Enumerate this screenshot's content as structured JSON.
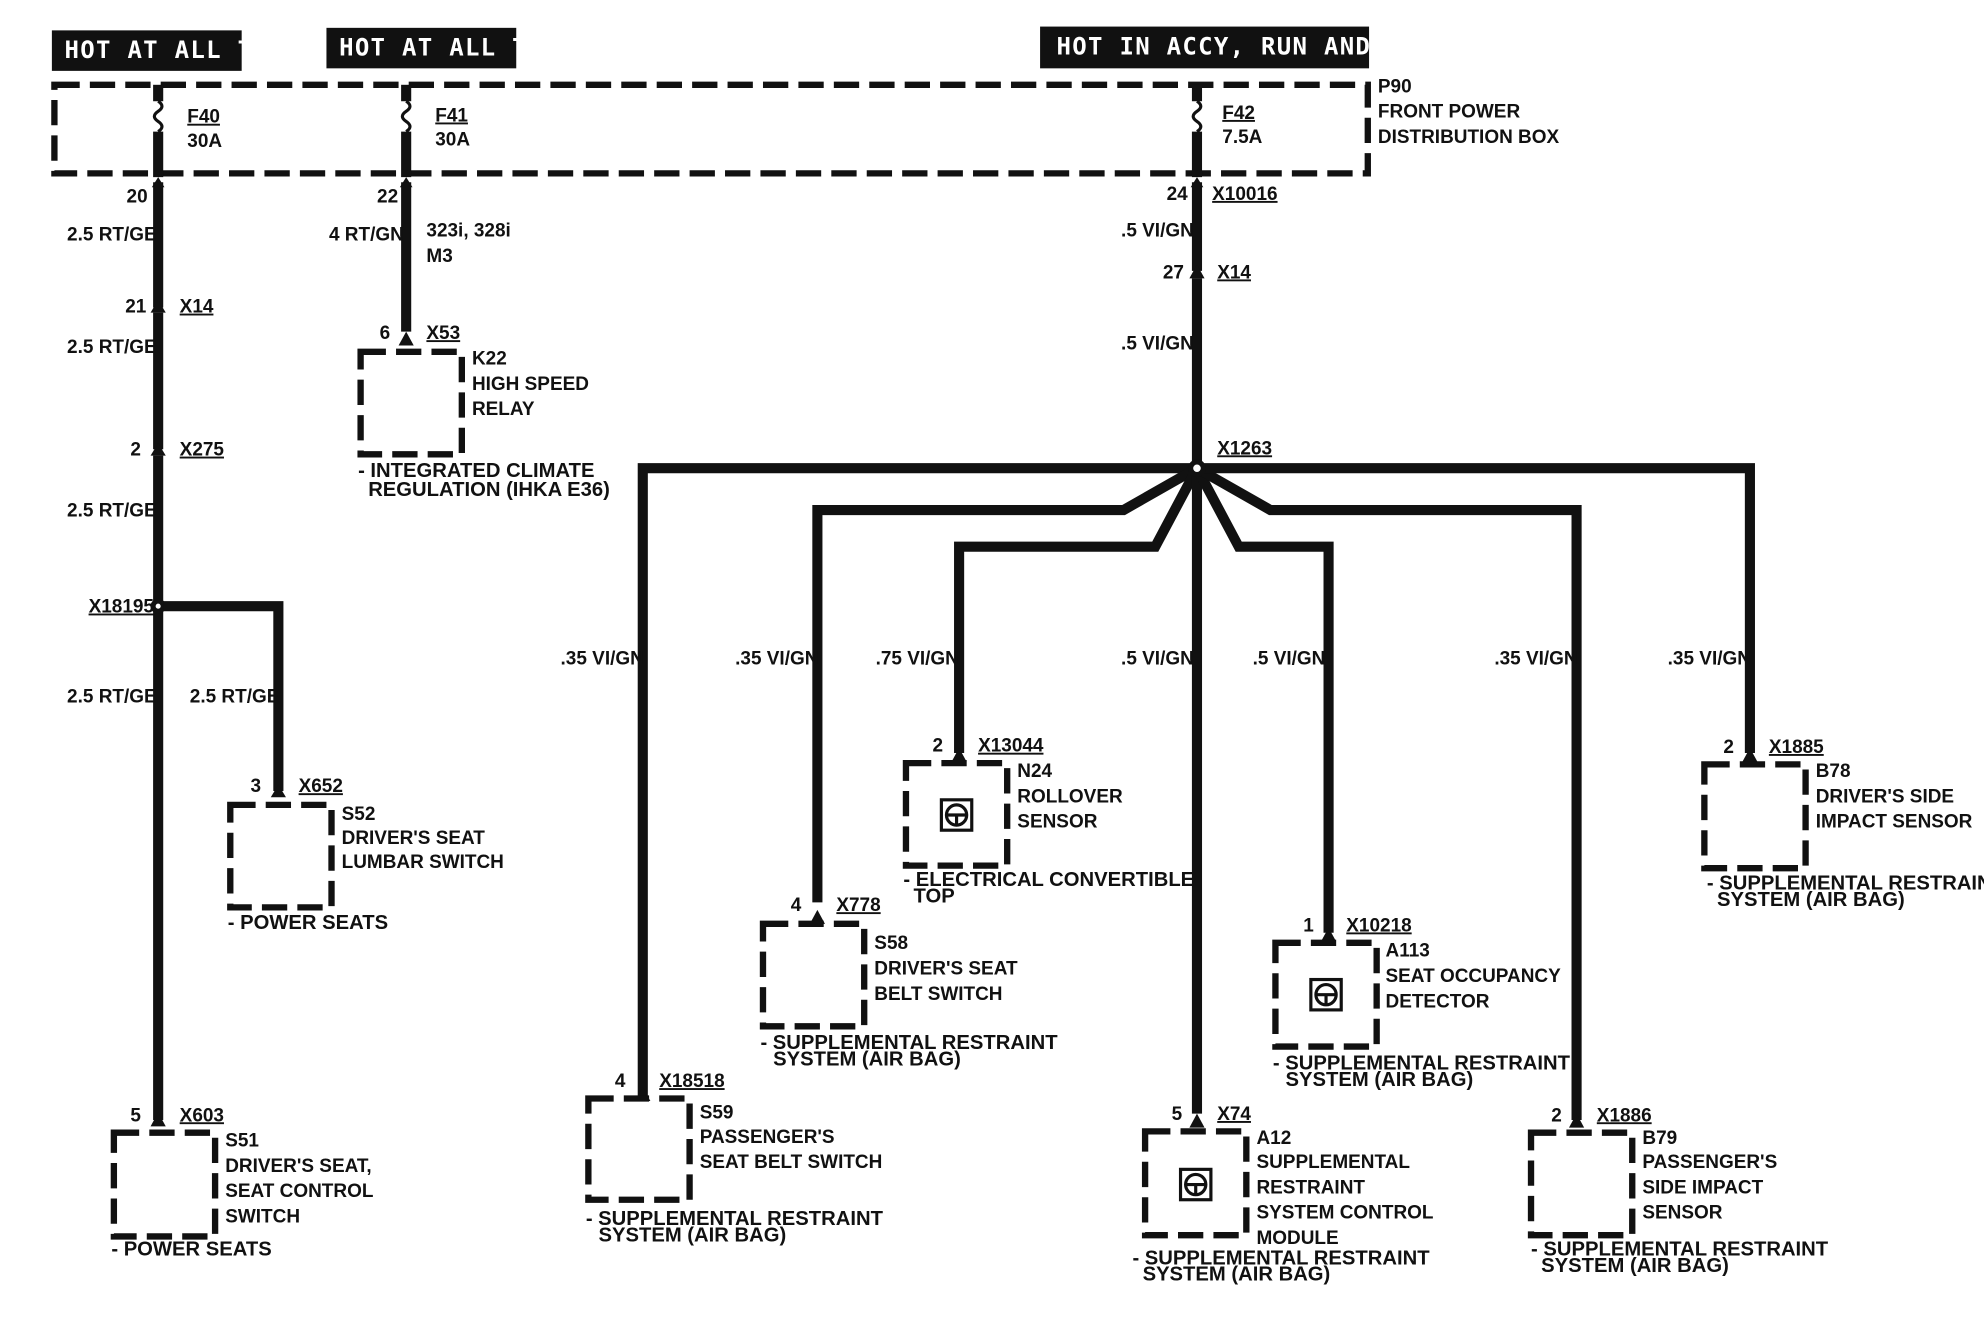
{
  "headers": {
    "hot_at_all_times_1": "HOT AT ALL TIMES",
    "hot_at_all_times_2": "HOT AT ALL TIMES",
    "hot_in_accy": "HOT IN ACCY, RUN AND  START"
  },
  "distribution_box": {
    "id": "P90",
    "name_line1": "FRONT POWER",
    "name_line2": "DISTRIBUTION BOX"
  },
  "fuses": {
    "f40": {
      "id": "F40",
      "rating": "30A"
    },
    "f41": {
      "id": "F41",
      "rating": "30A"
    },
    "f42": {
      "id": "F42",
      "rating": "7.5A"
    }
  },
  "circuit1": {
    "pin_top": "20",
    "wire1": "2.5 RT/GE",
    "pin_x14": "21",
    "conn_x14": "X14",
    "wire2": "2.5 RT/GE",
    "pin_x275": "2",
    "conn_x275": "X275",
    "wire3": "2.5 RT/GE",
    "splice": "X18195",
    "wire4": "2.5 RT/GE",
    "branch_wire": "2.5 RT/GE",
    "s52": {
      "pin": "3",
      "conn": "X652",
      "id": "S52",
      "line1": "DRIVER'S SEAT",
      "line2": "LUMBAR SWITCH",
      "system": "- POWER SEATS"
    },
    "s51": {
      "pin": "5",
      "conn": "X603",
      "id": "S51",
      "line1": "DRIVER'S SEAT,",
      "line2": "SEAT CONTROL",
      "line3": "SWITCH",
      "system": "- POWER SEATS"
    }
  },
  "circuit2": {
    "pin_top": "22",
    "wire1": "4 RT/GN",
    "model_note1": "323i, 328i",
    "model_note2": "M3",
    "k22": {
      "pin": "6",
      "conn": "X53",
      "id": "K22",
      "line1": "HIGH SPEED",
      "line2": "RELAY",
      "system1": "- INTEGRATED CLIMATE",
      "system2": "REGULATION (IHKA E36)"
    }
  },
  "circuit3": {
    "pin_top": "24",
    "conn_top": "X10016",
    "wire1": ".5 VI/GN",
    "pin_x14": "27",
    "conn_x14": "X14",
    "wire2": ".5 VI/GN",
    "splice": "X1263",
    "s59": {
      "wire": ".35 VI/GN",
      "pin": "4",
      "conn": "X18518",
      "id": "S59",
      "line1": "PASSENGER'S",
      "line2": "SEAT BELT SWITCH",
      "system1": "- SUPPLEMENTAL RESTRAINT",
      "system2": "SYSTEM (AIR BAG)"
    },
    "s58": {
      "wire": ".35 VI/GN",
      "pin": "4",
      "conn": "X778",
      "id": "S58",
      "line1": "DRIVER'S SEAT",
      "line2": "BELT SWITCH",
      "system1": "- SUPPLEMENTAL RESTRAINT",
      "system2": "SYSTEM (AIR BAG)"
    },
    "n24": {
      "wire": ".75 VI/GN",
      "pin": "2",
      "conn": "X13044",
      "id": "N24",
      "line1": "ROLLOVER",
      "line2": "SENSOR",
      "system1": "- ELECTRICAL CONVERTIBLE",
      "system2": "TOP"
    },
    "a12": {
      "wire": ".5 VI/GN",
      "pin": "5",
      "conn": "X74",
      "id": "A12",
      "line1": "SUPPLEMENTAL",
      "line2": "RESTRAINT",
      "line3": "SYSTEM CONTROL",
      "line4": "MODULE",
      "system1": "- SUPPLEMENTAL RESTRAINT",
      "system2": "SYSTEM (AIR BAG)"
    },
    "a113": {
      "wire": ".5 VI/GN",
      "pin": "1",
      "conn": "X10218",
      "id": "A113",
      "line1": "SEAT OCCUPANCY",
      "line2": "DETECTOR",
      "system1": "- SUPPLEMENTAL RESTRAINT",
      "system2": "SYSTEM (AIR BAG)"
    },
    "b79": {
      "wire": ".35 VI/GN",
      "pin": "2",
      "conn": "X1886",
      "id": "B79",
      "line1": "PASSENGER'S",
      "line2": "SIDE IMPACT",
      "line3": "SENSOR",
      "system1": "- SUPPLEMENTAL RESTRAINT",
      "system2": "SYSTEM (AIR BAG)"
    },
    "b78": {
      "wire": ".35 VI/GN",
      "pin": "2",
      "conn": "X1885",
      "id": "B78",
      "line1": "DRIVER'S SIDE",
      "line2": "IMPACT SENSOR",
      "system1": "- SUPPLEMENTAL RESTRAINT",
      "system2": "SYSTEM (AIR BAG)"
    }
  }
}
